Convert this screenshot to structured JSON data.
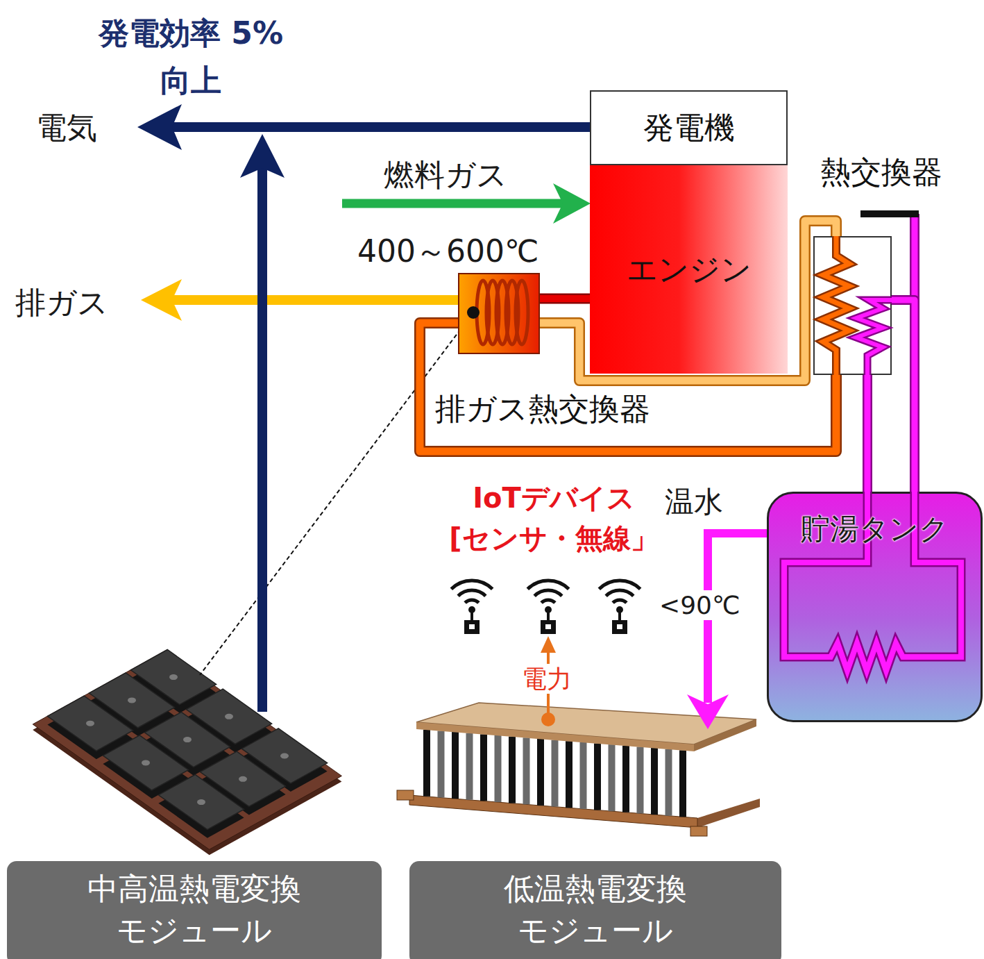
{
  "diagram": {
    "nodes": [
      {
        "text": [
          "発電機"
        ]
      },
      {
        "text": [
          "エンジン"
        ]
      },
      {
        "text": [
          "熱交換器"
        ]
      },
      {
        "text": [
          "排ガス熱交換器"
        ]
      },
      {
        "text": [
          "貯湯タンク"
        ]
      },
      {
        "text": [
          "中高温熱電変換 モジュール"
        ]
      },
      {
        "text": [
          "低温熱電変換 モジュール"
        ]
      }
    ],
    "edges": [
      {
        "from": 1,
        "to": 3,
        "arrow": "none"
      },
      {
        "from": 3,
        "to": 2,
        "arrow": "none"
      },
      {
        "from": 3,
        "to": 2,
        "arrow": "none"
      },
      {
        "from": 2,
        "to": 4,
        "arrow": "none"
      },
      {
        "from": 2,
        "to": 4,
        "arrow": "none"
      }
    ],
    "labels": [
      "発電効率 5%向上",
      "電気",
      "燃料ガス",
      "400～600℃",
      "排ガス",
      "IoTデバイス [センサ・無線」",
      "温水",
      "<90℃",
      "電力"
    ]
  }
}
